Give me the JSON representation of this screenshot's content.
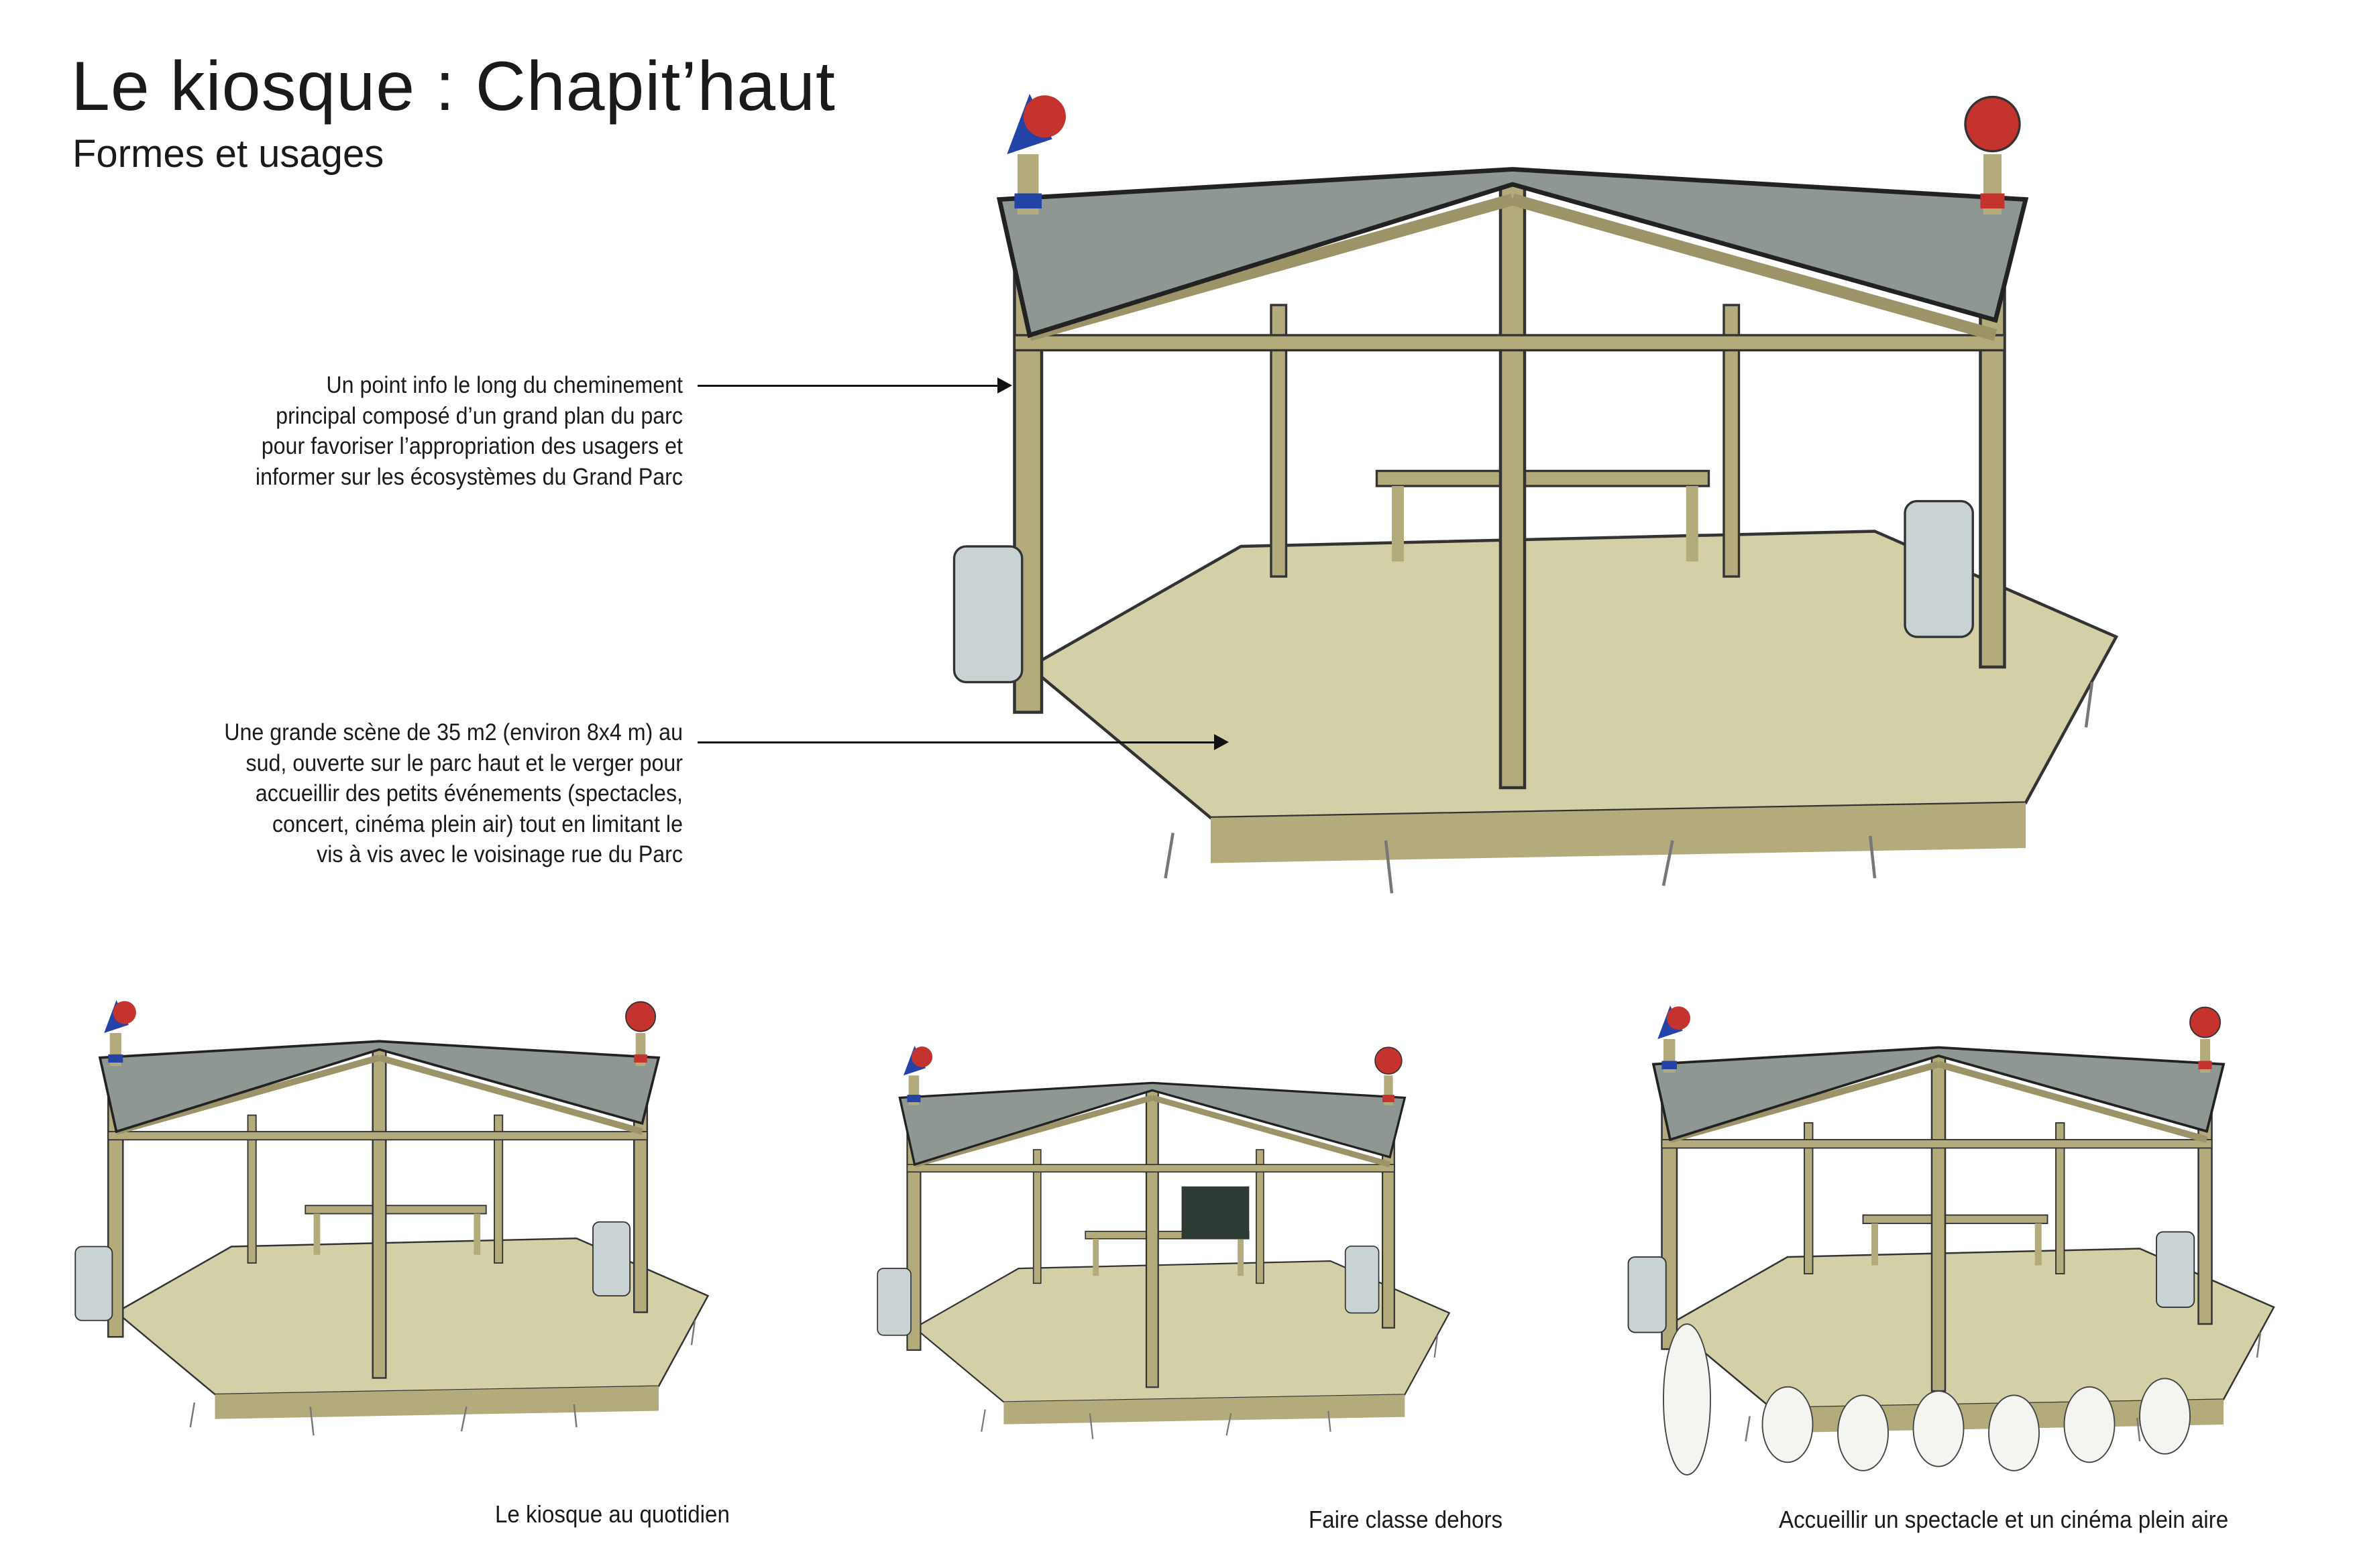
{
  "header": {
    "title": "Le kiosque : Chapit’haut",
    "subtitle": "Formes et usages"
  },
  "annotations": [
    {
      "lines": [
        "Un point info le long du cheminement",
        "principal composé d’un grand plan du parc",
        "pour favoriser l’appropriation des usagers et",
        "informer sur les écosystèmes du Grand Parc"
      ]
    },
    {
      "lines": [
        "Une grande scène de 35 m2 (environ 8x4 m) au",
        "sud, ouverte sur le parc haut et le verger pour",
        "accueillir des petits événements (spectacles,",
        "concert, cinéma plein air) tout en limitant le",
        "vis à vis avec le voisinage rue du Parc"
      ]
    }
  ],
  "scenes": [
    {
      "caption": "Le kiosque au quotidien"
    },
    {
      "caption": "Faire classe dehors"
    },
    {
      "caption": "Accueillir un spectacle et un cinéma plein aire"
    }
  ],
  "colors": {
    "roof": "#8e9792",
    "wood": "#b3ab7c",
    "deck": "#d3cfa6",
    "flag_red": "#c4332d",
    "flag_blue": "#2443a6",
    "barrel": "#c9d3d3"
  }
}
